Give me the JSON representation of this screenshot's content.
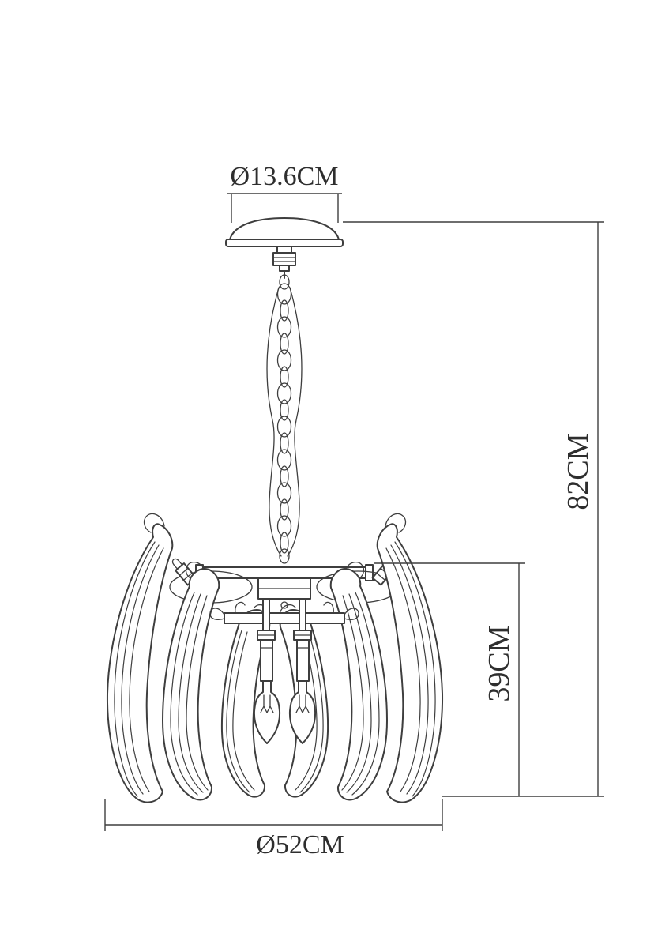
{
  "diagram": {
    "type": "technical-dimension-drawing",
    "subject": "chandelier with glass leaf pendants, chain suspension and candle bulbs",
    "dimensions": {
      "canopy_diameter": "Ø13.6CM",
      "overall_height": "82CM",
      "body_height": "39CM",
      "body_diameter": "Ø52CM"
    },
    "colors": {
      "line": "#3e3e3e",
      "background": "#ffffff",
      "text": "#2e2e2e"
    }
  }
}
